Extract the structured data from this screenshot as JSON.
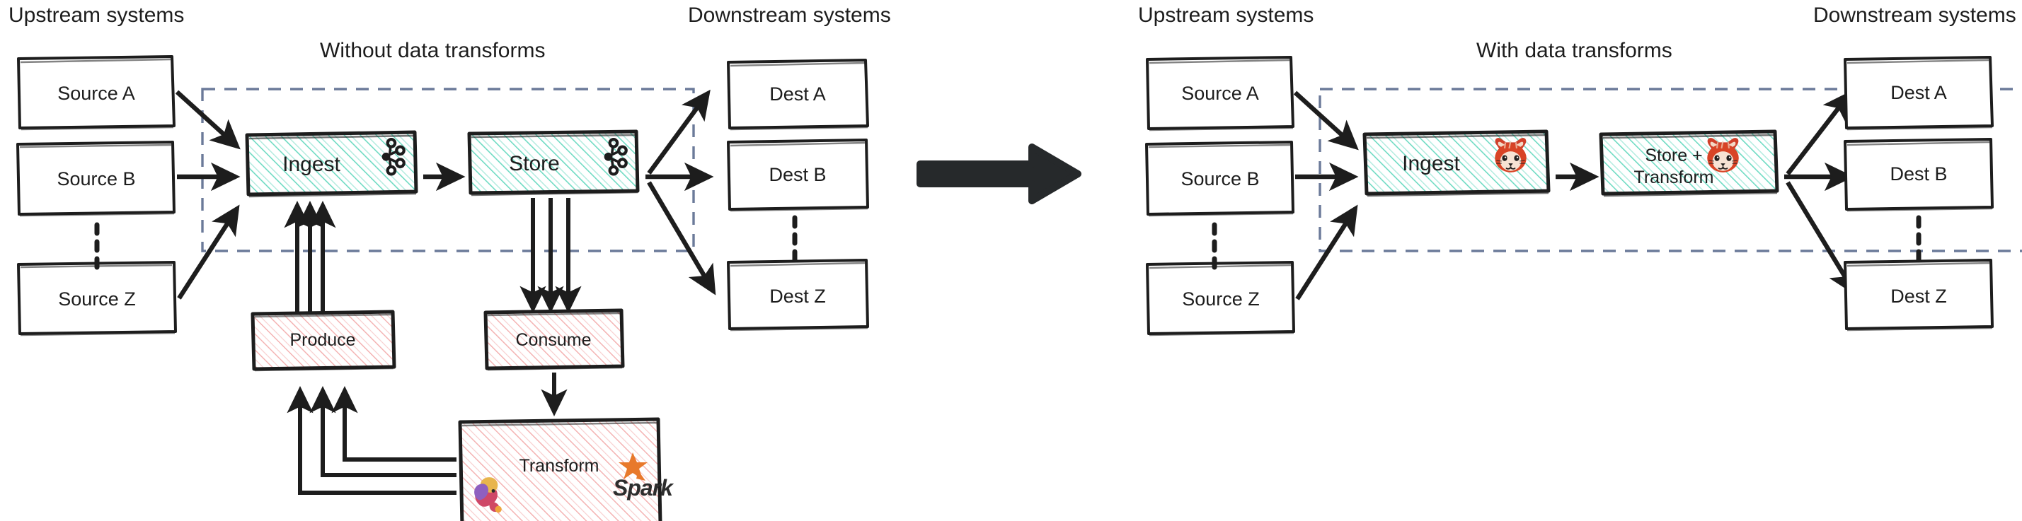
{
  "diagram": {
    "title_left": "Without data transforms",
    "title_right": "With data transforms",
    "upstream_header": "Upstream systems",
    "downstream_header": "Downstream systems",
    "colors": {
      "ink": "#1d1d1d",
      "teal_hatch": "#3ecfaf",
      "pink_hatch": "#f2a0a0",
      "dashed_border": "#6b7a99",
      "spark_orange": "#e8792b",
      "redpanda_red": "#d94f2b"
    }
  },
  "left_panel": {
    "upstream_header": "Upstream systems",
    "downstream_header": "Downstream systems",
    "title": "Without data transforms",
    "sources": [
      {
        "label": "Source A"
      },
      {
        "label": "Source B"
      },
      {
        "label": "Source Z"
      }
    ],
    "destinations": [
      {
        "label": "Dest A"
      },
      {
        "label": "Dest B"
      },
      {
        "label": "Dest Z"
      }
    ],
    "platform_boxes": [
      {
        "label": "Ingest",
        "icon": "kafka-icon",
        "fill": "teal"
      },
      {
        "label": "Store",
        "icon": "kafka-icon",
        "fill": "teal"
      }
    ],
    "external_boxes": [
      {
        "label": "Produce",
        "fill": "pink"
      },
      {
        "label": "Consume",
        "fill": "pink"
      },
      {
        "label": "Transform",
        "fill": "pink",
        "icons": [
          "flink-icon",
          "spark-icon"
        ]
      }
    ],
    "spark_wordmark": "Spark"
  },
  "right_panel": {
    "upstream_header": "Upstream systems",
    "downstream_header": "Downstream systems",
    "title": "With data transforms",
    "sources": [
      {
        "label": "Source A"
      },
      {
        "label": "Source B"
      },
      {
        "label": "Source Z"
      }
    ],
    "destinations": [
      {
        "label": "Dest A"
      },
      {
        "label": "Dest B"
      },
      {
        "label": "Dest Z"
      }
    ],
    "platform_boxes": [
      {
        "label": "Ingest",
        "icon": "redpanda-icon",
        "fill": "teal"
      },
      {
        "label_line1": "Store +",
        "label_line2": "Transform",
        "icon": "redpanda-icon",
        "fill": "teal"
      }
    ]
  },
  "center": {
    "transition_arrow": "big-right-arrow-icon"
  }
}
